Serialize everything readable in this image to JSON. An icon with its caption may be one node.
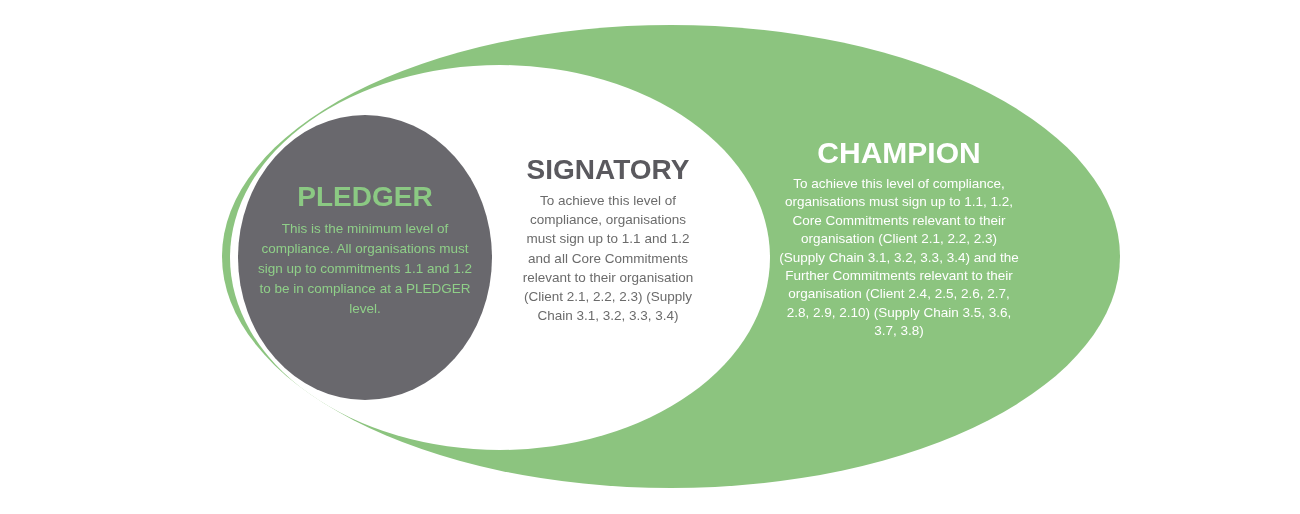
{
  "diagram": {
    "nodes": [
      {
        "text": [
          "CHAMPION",
          "To achieve this level of compliance, organisations must sign up to 1.1, 1.2, Core Commitments relevant to their organisation (Client 2.1, 2.2, 2.3) (Supply Chain 3.1, 3.2, 3.3, 3.4) and the Further Commitments relevant to their organisation (Client 2.4, 2.5, 2.6, 2.7, 2.8, 2.9, 2.10) (Supply Chain 3.5, 3.6, 3.7, 3.8)"
        ]
      },
      {
        "text": [
          "SIGNATORY",
          "To achieve this level of compliance, organisations must sign up to 1.1 and 1.2 and all Core Commitments relevant to their organisation (Client 2.1, 2.2, 2.3) (Supply Chain 3.1, 3.2, 3.3, 3.4)"
        ],
        "in": 0
      },
      {
        "text": [
          "PLEDGER",
          "This is the minimum level of compliance. All organisations must sign up to commitments 1.1 and 1.2 to be in compliance at a PLEDGER level."
        ],
        "in": 1
      }
    ]
  }
}
